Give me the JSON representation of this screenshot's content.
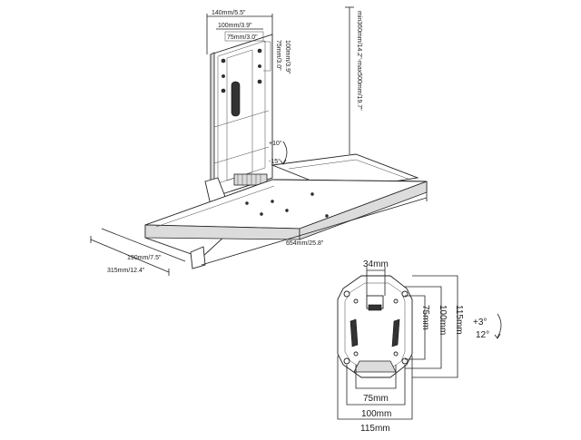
{
  "mount": {
    "dims": {
      "top_width": "140mm/5.5\"",
      "top_vesa_100": "100mm/3.9\"",
      "top_vesa_75": "75mm/3.0\"",
      "side_vesa_75": "75mm/3.0\"",
      "side_vesa_100": "100mm/3.9\"",
      "height_range": "min360mm/14.2\"-max500mm/19.7\"",
      "tilt_up": "+10°",
      "tilt_down": "-15°",
      "tray_width": "654mm/25.8\"",
      "tray_depth_inner": "190mm/7.5\"",
      "tray_depth_total": "315mm/12.4\""
    }
  },
  "bracket": {
    "dims": {
      "thickness": "34mm",
      "vertical_75": "75mm",
      "vertical_100": "100mm",
      "vertical_115": "115mm",
      "horizontal_75": "75mm",
      "horizontal_100": "100mm",
      "horizontal_115": "115mm",
      "tilt_up": "+3°",
      "tilt_down": "12°"
    }
  }
}
